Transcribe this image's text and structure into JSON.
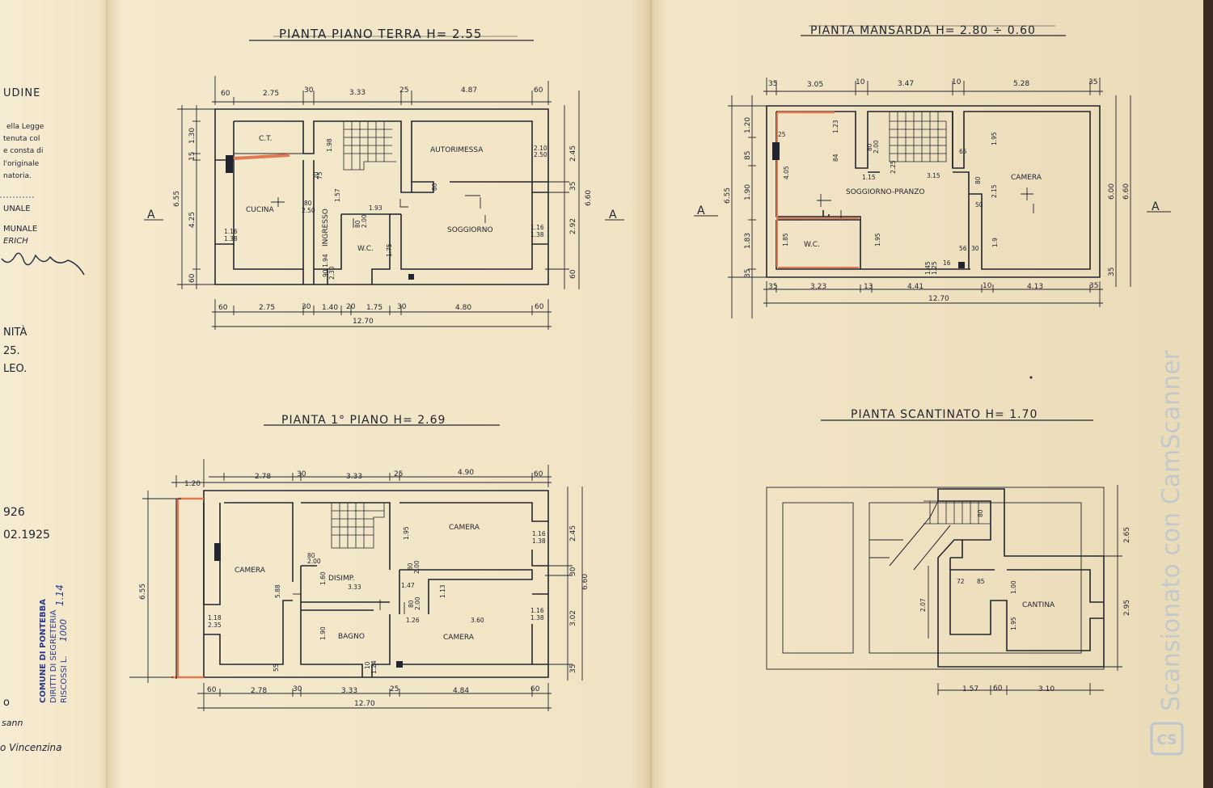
{
  "colors": {
    "paper": "#f3e8cc",
    "paper_dark": "#e2d0a8",
    "ink": "#22252f",
    "red_pencil": "#e07a52",
    "stamp_blue": "#2b3a8c",
    "watermark": "#b9c3cc"
  },
  "margin_notes": {
    "city": "UDINE",
    "law_lines": [
      "ella Legge",
      "tenuta col",
      "e consta di",
      "l'originale",
      "natoria."
    ],
    "unale": "UNALE",
    "munale": "MUNALE",
    "erich": "ERICH",
    "signature": "Una",
    "nita": "NITÀ",
    "num25": "25.",
    "leo": "LEO.",
    "y926": "926",
    "date": "02.1925",
    "lower_o": "o",
    "sann": "sann",
    "vincenzina": "o Vincenzina"
  },
  "stamp": {
    "line1": "COMUNE DI PONTEBBA",
    "line2": "DIRITTI DI SEGRETERIA",
    "line3": "RISCOSSI L.",
    "amount": "1000",
    "extra": "1.14"
  },
  "watermark": {
    "text": "Scansionato con CamScanner",
    "logo": "CS"
  },
  "plans": {
    "ground": {
      "title": "PIANTA  PIANO TERRA  H= 2.55",
      "section_mark": "A",
      "top_dims": [
        "60",
        "2.75",
        "30",
        "3.33",
        "25",
        "4.87",
        "60"
      ],
      "bottom_dims": [
        "60",
        "2.75",
        "30",
        "1.40",
        "20",
        "1.75",
        "30",
        "4.80",
        "60"
      ],
      "total": "12.70",
      "left_dims": [
        "1.30",
        "15",
        "6.55",
        "4.25",
        "60"
      ],
      "right_dims": [
        "2.45",
        "35",
        "6.60",
        "2.92",
        "60"
      ],
      "rooms": [
        "C.T.",
        "CUCINA",
        "INGRESSO",
        "W.C.",
        "AUTORIMESSA",
        "SOGGIORNO"
      ],
      "inner_dims": [
        "1.98",
        "80",
        "2.50",
        "1.16",
        "1.38",
        "75",
        "2.10",
        "2.50",
        "1.93",
        "80",
        "2.00",
        "1.16",
        "1.38",
        "1.94",
        "2.30",
        "1.75",
        "90",
        "80",
        "1.57",
        "20"
      ]
    },
    "attic": {
      "title": "PIANTA MANSARDA  H= 2.80 ÷ 0.60",
      "section_mark": "A",
      "top_dims": [
        "35",
        "3.05",
        "10",
        "3.47",
        "10",
        "5.28",
        "35"
      ],
      "bottom_dims": [
        "35",
        "3.23",
        "13",
        "4.41",
        "10",
        "4.13",
        "35"
      ],
      "total": "12.70",
      "left_dims": [
        "1.20",
        "85",
        "6.55",
        "1.90",
        "1.83",
        "35"
      ],
      "right_dims": [
        "6.00",
        "6.60",
        "35"
      ],
      "rooms": [
        "SOGGIORNO-PRANZO",
        "CAMERA",
        "W.C."
      ],
      "inner_dims": [
        "25",
        "1.23",
        "84",
        "80",
        "2.00",
        "4.05",
        "1.15",
        "3.15",
        "65",
        "1.95",
        "2.15",
        "50",
        "1.95",
        "1.85",
        "56",
        "30",
        "1.45",
        "1.25",
        "16",
        "1.9",
        "2.25",
        "80"
      ]
    },
    "first": {
      "title": "PIANTA  1° PIANO  H= 2.69",
      "top_dims": [
        "1.20",
        "2.78",
        "30",
        "3.33",
        "25",
        "4.90",
        "60"
      ],
      "bottom_dims": [
        "60",
        "2.78",
        "30",
        "3.33",
        "25",
        "4.84",
        "60"
      ],
      "total": "12.70",
      "left_dims": [
        "6.55"
      ],
      "right_dims": [
        "2.45",
        "30",
        "6.60",
        "3.02",
        "35"
      ],
      "rooms": [
        "CAMERA",
        "DISIMP.",
        "CAMERA",
        "BAGNO",
        "CAMERA"
      ],
      "inner_dims": [
        "1.95",
        "80",
        "2.00",
        "1.16",
        "1.38",
        "5.88",
        "1.60",
        "3.33",
        "1.47",
        "80",
        "2.00",
        "1.18",
        "2.35",
        "1.90",
        "55",
        "1.26",
        "3.60",
        "1.16",
        "1.38",
        "1.13",
        "1.24",
        "10",
        "80",
        "2.00"
      ]
    },
    "basement": {
      "title": "PIANTA  SCANTINATO  H= 1.70",
      "bottom_dims": [
        "1.57",
        "60",
        "3.10"
      ],
      "right_dims": [
        "2.65",
        "2.95"
      ],
      "rooms": [
        "CANTINA"
      ],
      "inner_dims": [
        "2.07",
        "72",
        "85",
        "1.00",
        "1.95",
        "80"
      ]
    }
  }
}
